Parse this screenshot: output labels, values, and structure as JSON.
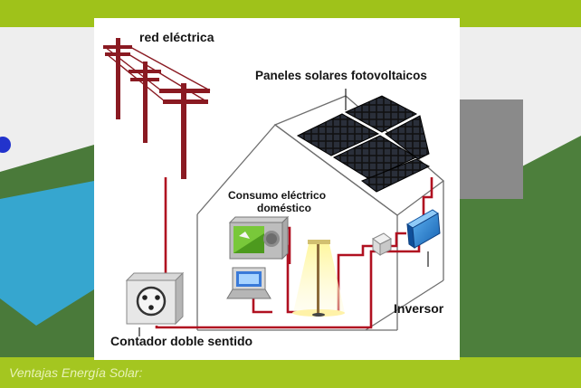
{
  "diagram": {
    "labels": {
      "grid": "red eléctrica",
      "panels": "Paneles solares fotovoltaicos",
      "consumption_line1": "Consumo eléctrico",
      "consumption_line2": "doméstico",
      "inverter": "Inversor",
      "meter": "Contador doble sentido"
    }
  },
  "background": {
    "footer_text": "Ventajas Energía Solar:"
  },
  "colors": {
    "frame": "#9fc21a",
    "wire": "#b01020",
    "pole": "#8a1a22",
    "solar_panel": "#111111",
    "inverter": "#1a78d0"
  }
}
